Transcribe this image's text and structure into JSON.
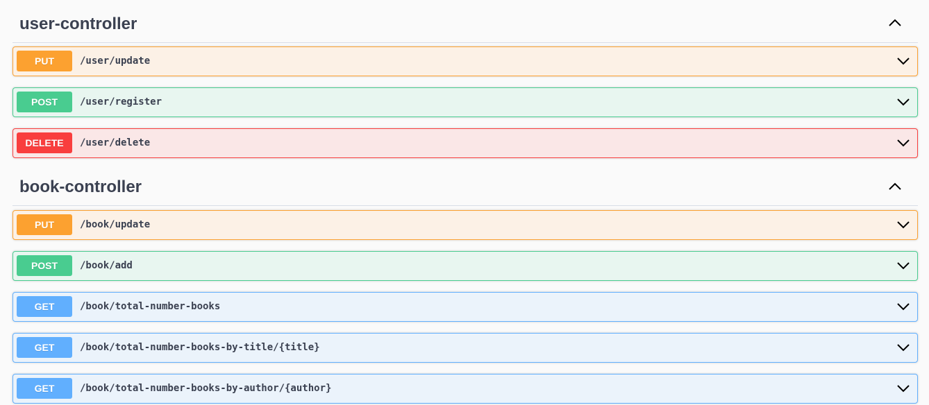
{
  "colors": {
    "put": "#fca130",
    "post": "#49cc90",
    "delete": "#f93e3e",
    "get": "#61affe"
  },
  "sections": [
    {
      "title": "user-controller",
      "toggle_icon": "chevron-up-icon",
      "operations": [
        {
          "method": "PUT",
          "path": "/user/update",
          "toggle_icon": "chevron-down-icon"
        },
        {
          "method": "POST",
          "path": "/user/register",
          "toggle_icon": "chevron-down-icon"
        },
        {
          "method": "DELETE",
          "path": "/user/delete",
          "toggle_icon": "chevron-down-icon"
        }
      ]
    },
    {
      "title": "book-controller",
      "toggle_icon": "chevron-up-icon",
      "operations": [
        {
          "method": "PUT",
          "path": "/book/update",
          "toggle_icon": "chevron-down-icon"
        },
        {
          "method": "POST",
          "path": "/book/add",
          "toggle_icon": "chevron-down-icon"
        },
        {
          "method": "GET",
          "path": "/book/total-number-books",
          "toggle_icon": "chevron-down-icon"
        },
        {
          "method": "GET",
          "path": "/book/total-number-books-by-title/{title}",
          "toggle_icon": "chevron-down-icon"
        },
        {
          "method": "GET",
          "path": "/book/total-number-books-by-author/{author}",
          "toggle_icon": "chevron-down-icon"
        }
      ]
    }
  ]
}
